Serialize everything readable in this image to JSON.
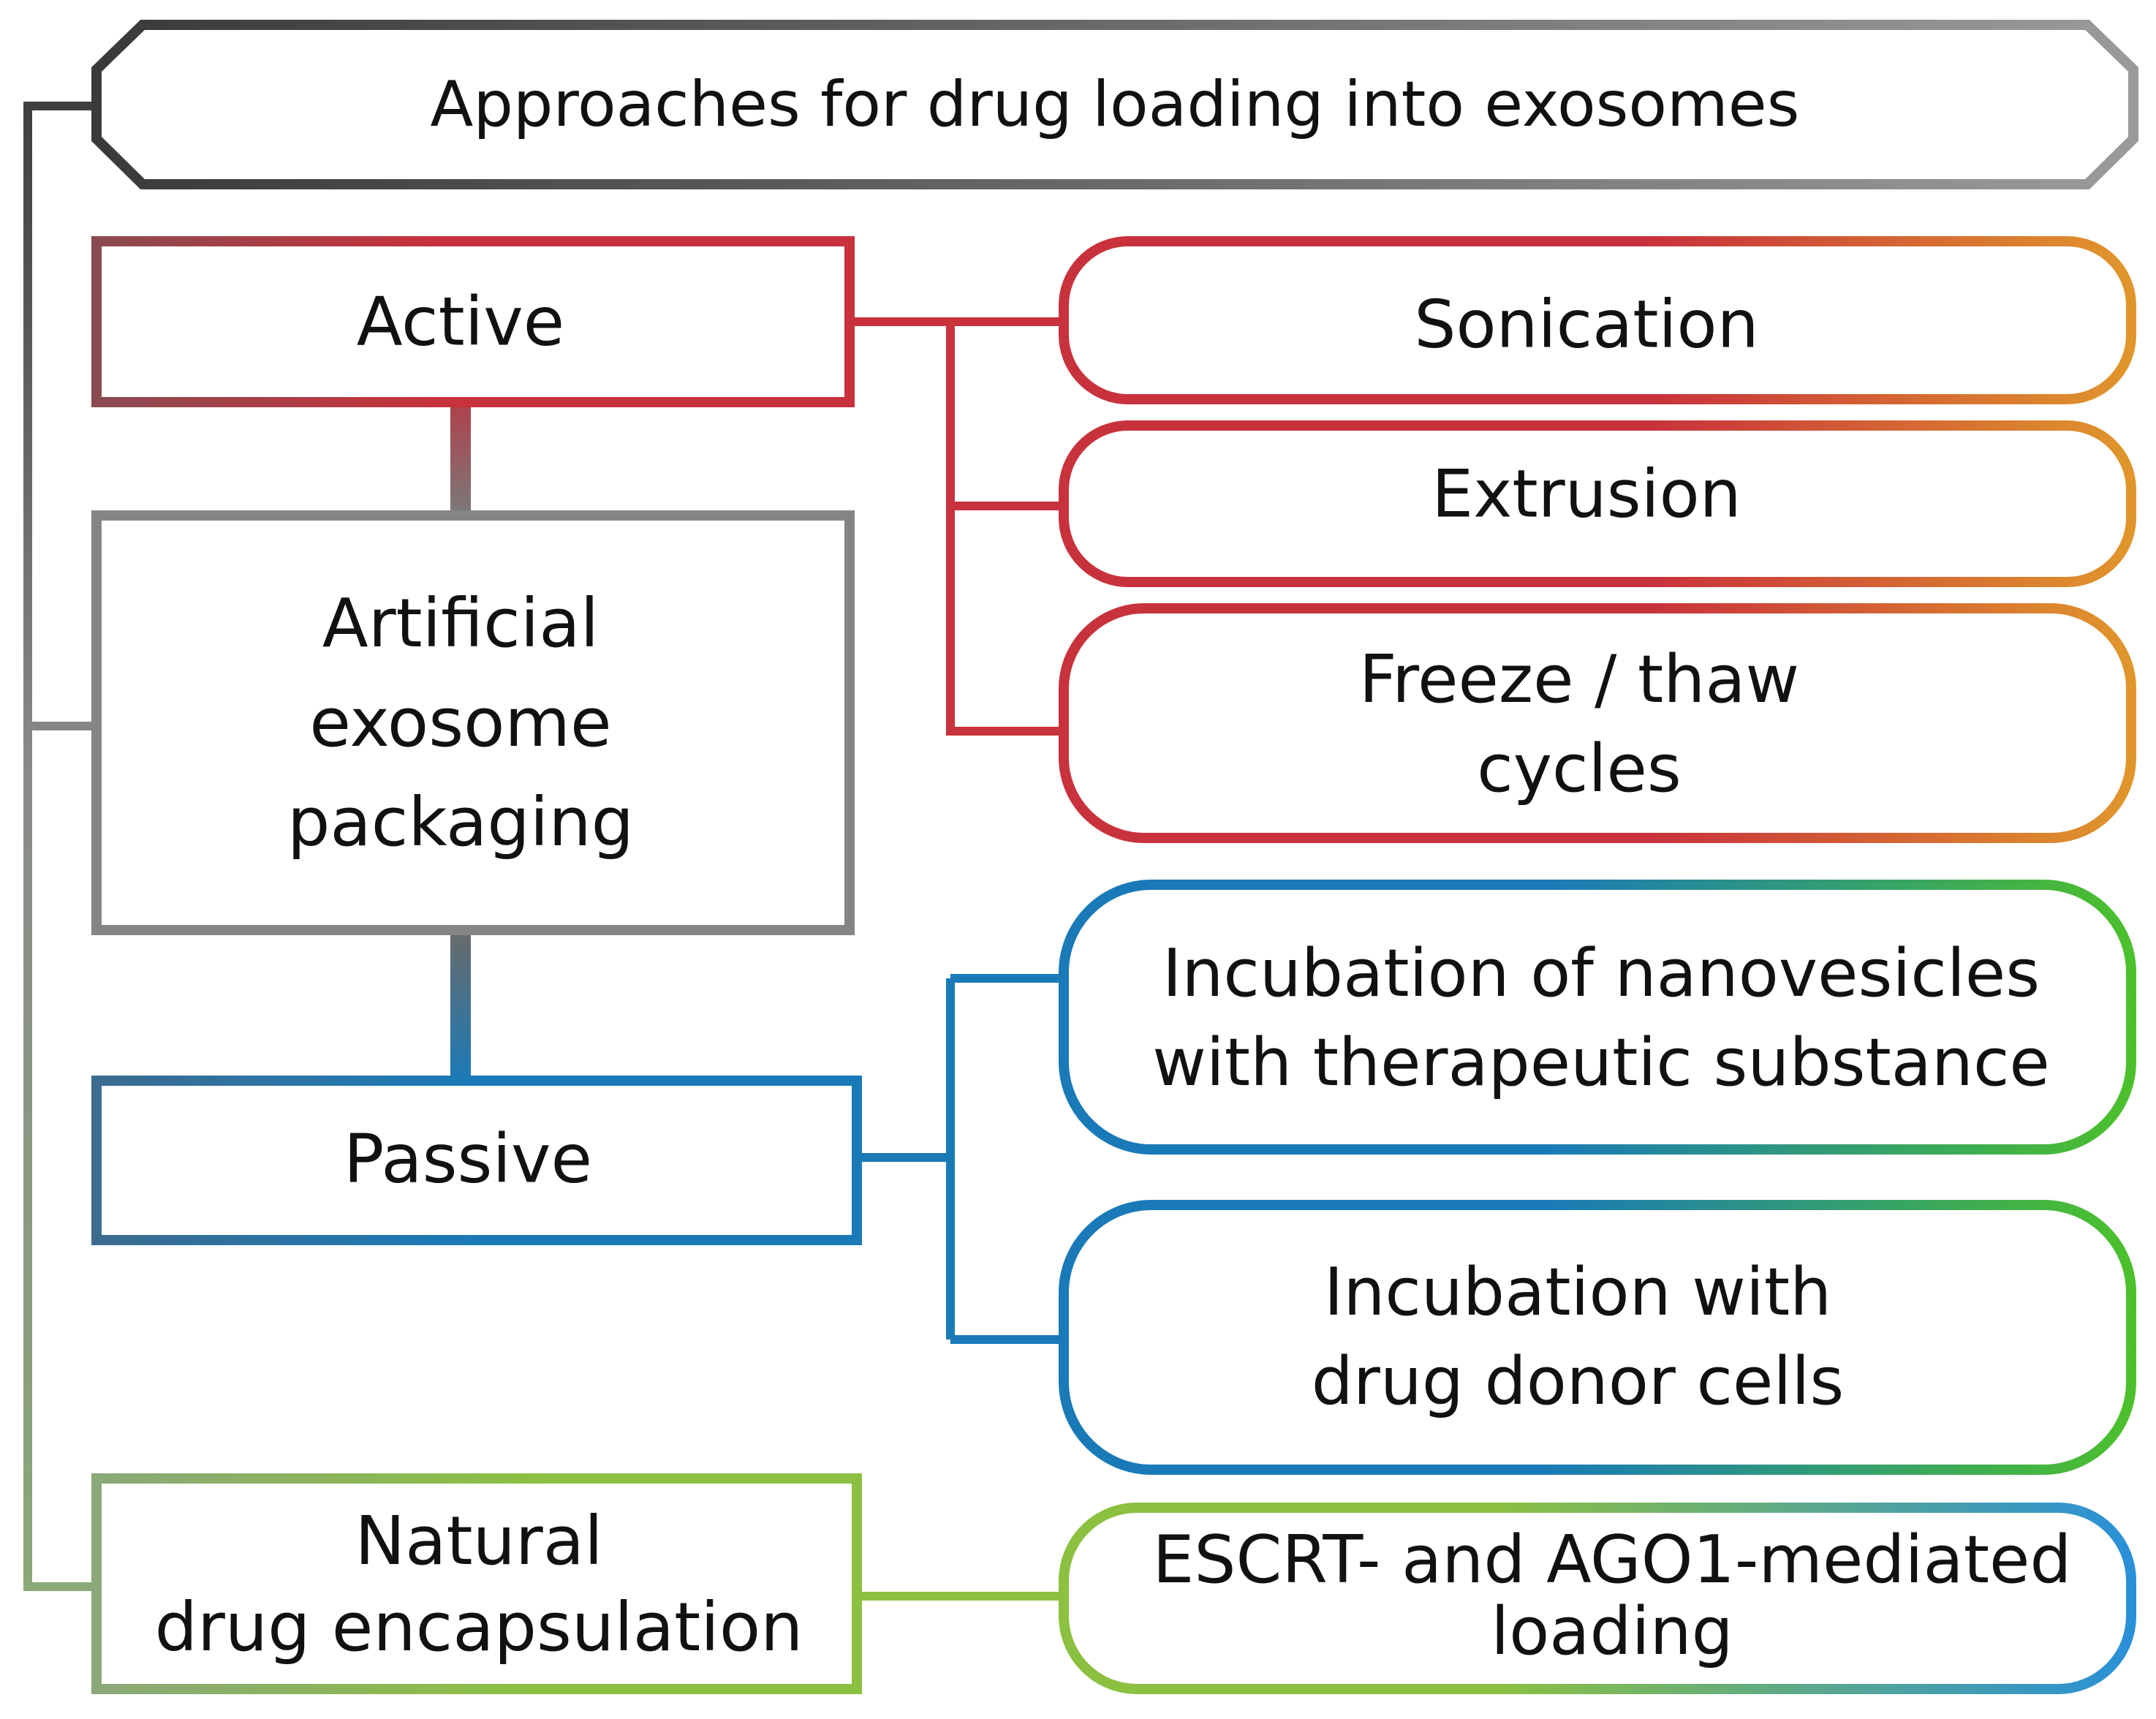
{
  "title": "Approaches for drug loading into exosomes",
  "nodes": {
    "active": {
      "label": "Active"
    },
    "artificial": {
      "lines": [
        "Artificial",
        "exosome",
        "packaging"
      ]
    },
    "passive": {
      "label": "Passive"
    },
    "natural": {
      "lines": [
        "Natural",
        "drug encapsulation"
      ]
    },
    "sonication": {
      "label": "Sonication"
    },
    "extrusion": {
      "label": "Extrusion"
    },
    "freeze_thaw": {
      "lines": [
        "Freeze / thaw",
        "cycles"
      ]
    },
    "incubation_nanovesicles": {
      "lines": [
        "Incubation of nanovesicles",
        "with therapeutic substance"
      ]
    },
    "incubation_donor": {
      "lines": [
        "Incubation with",
        "drug donor cells"
      ]
    },
    "escrt": {
      "lines": [
        "ESCRT- and AGO1-mediated",
        "loading"
      ]
    }
  },
  "colors": {
    "dark_gray": "#4a4a4a",
    "gray": "#808080",
    "red": "#c8323c",
    "orange": "#e0962c",
    "blue": "#1a7ab8",
    "green": "#4cc02c",
    "light_green": "#8cc040",
    "sage": "#8aa878"
  }
}
